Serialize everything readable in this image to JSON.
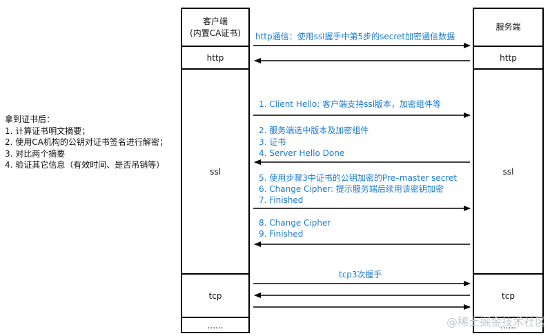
{
  "client": {
    "header_line1": "客户端",
    "header_line2": "(内置CA证书)",
    "http": "http",
    "ssl": "ssl",
    "tcp": "tcp",
    "more": "......"
  },
  "server": {
    "header": "服务端",
    "http": "http",
    "ssl": "ssl",
    "tcp": "tcp",
    "more": "......"
  },
  "http_label": "http通信：使用ssl握手中第5步的secret加密通信数据",
  "ssl_labels": {
    "step1": "1. Client Hello: 客户端支持ssl版本，加密组件等",
    "step2": "2. 服务端选中版本及加密组件",
    "step3": "3. 证书",
    "step4": "4. Server Hello Done",
    "step5": "5. 使用步骤3中证书的公钥加密的Pre–master secret",
    "step6": "6. Change Cipher: 提示服务端后续用该密钥加密",
    "step7": "7. Finished",
    "step8": "8. Change Cipher",
    "step9": "9. Finished"
  },
  "tcp_label": "tcp3次握手",
  "note": {
    "title": "拿到证书后：",
    "item1": "1. 计算证书明文摘要；",
    "item2": "2. 使用CA机构的公钥对证书签名进行解密；",
    "item3": "3. 对比两个摘要",
    "item4": "4. 验证其它信息（有效时间、是否吊销等）"
  },
  "watermark": "@稀土掘金技术社区",
  "colors": {
    "label": "#1a7bd6",
    "line": "#000000"
  }
}
